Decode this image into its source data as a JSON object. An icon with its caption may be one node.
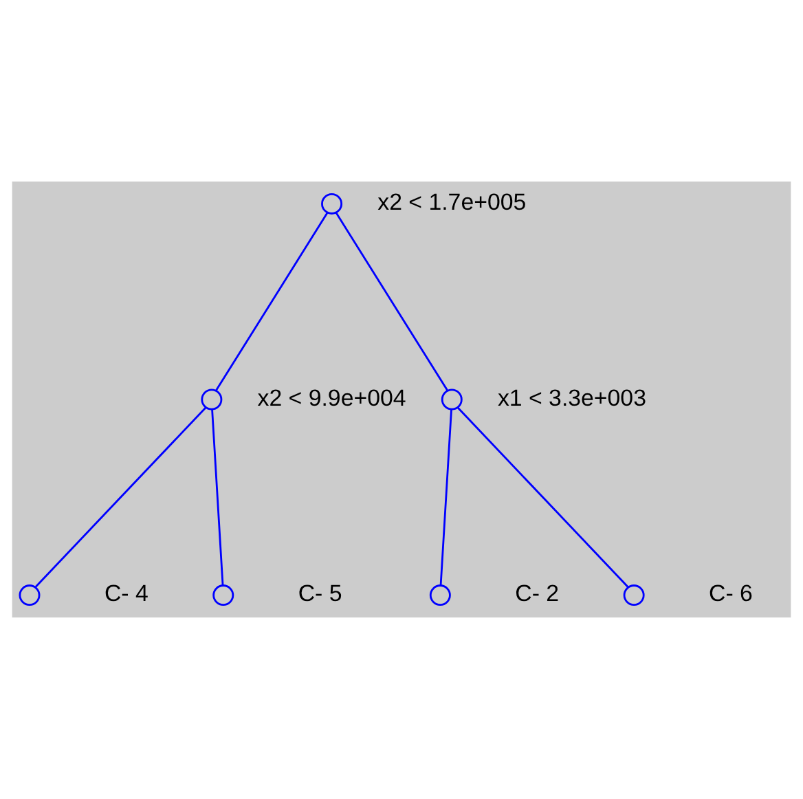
{
  "diagram": {
    "nodes": [
      {
        "text": [],
        "shape": "circle",
        "beside": [
          "x2 < 1.7e+005"
        ]
      },
      {
        "text": [],
        "shape": "circle",
        "beside": [
          "x2 < 9.9e+004"
        ]
      },
      {
        "text": [],
        "shape": "circle",
        "beside": [
          "x1 < 3.3e+003"
        ]
      },
      {
        "text": [],
        "shape": "circle",
        "beside": [
          "C- 4"
        ]
      },
      {
        "text": [],
        "shape": "circle",
        "beside": [
          "C- 5"
        ]
      },
      {
        "text": [],
        "shape": "circle",
        "beside": [
          "C- 2"
        ]
      },
      {
        "text": [],
        "shape": "circle",
        "beside": [
          "C- 6"
        ]
      }
    ],
    "edges": [
      {
        "from": 0,
        "to": 1,
        "arrow": "none"
      },
      {
        "from": 0,
        "to": 2,
        "arrow": "none"
      },
      {
        "from": 1,
        "to": 3,
        "arrow": "none"
      },
      {
        "from": 1,
        "to": 4,
        "arrow": "none"
      },
      {
        "from": 2,
        "to": 5,
        "arrow": "none"
      },
      {
        "from": 2,
        "to": 6,
        "arrow": "none"
      }
    ]
  }
}
